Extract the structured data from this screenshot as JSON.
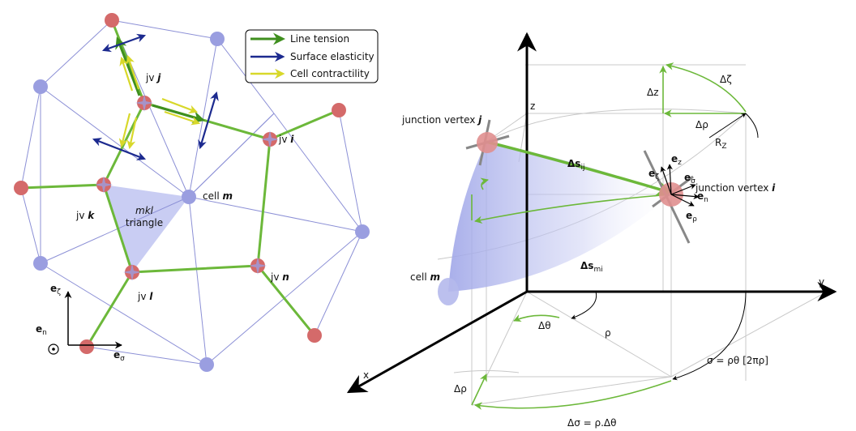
{
  "legend": {
    "line_tension": "Line tension",
    "surface_elasticity": "Surface elasticity",
    "cell_contractility": "Cell contractility"
  },
  "colors": {
    "green": "#6cb83a",
    "dark_green": "#3f8f1e",
    "blue": "#1c2a8f",
    "yellow": "#d8d82a",
    "cell": "#9a9ee0",
    "vertex": "#d46a6a",
    "triangle": "#c9cdf3",
    "edge": "#8c90d6"
  },
  "left": {
    "jv_j_prefix": "jv",
    "jv_j_letter": "j",
    "jv_i_prefix": "jv",
    "jv_i_letter": "i",
    "jv_k_prefix": "jv",
    "jv_k_letter": "k",
    "jv_l_prefix": "jv",
    "jv_l_letter": "l",
    "jv_n_prefix": "jv",
    "jv_n_letter": "n",
    "cell_m_prefix": "cell",
    "cell_m_letter": "m",
    "triangle_line1": "mkl",
    "triangle_line2": "triangle",
    "e_zeta_base": "e",
    "e_zeta_sub": "ζ",
    "e_n_base": "e",
    "e_n_sub": "n",
    "e_sigma_base": "e",
    "e_sigma_sub": "σ"
  },
  "right": {
    "junction_j_prefix": "junction vertex",
    "junction_j_letter": "j",
    "junction_i_prefix": "junction vertex",
    "junction_i_letter": "i",
    "cell_m_prefix": "cell",
    "cell_m_letter": "m",
    "delta_s_ij_base": "Δs",
    "delta_s_ij_sub": "ij",
    "delta_s_mi_base": "Δs",
    "delta_s_mi_sub": "mi",
    "z_label": "z",
    "y_label": "y",
    "x_label": "x",
    "delta_z": "Δz",
    "delta_zeta": "Δζ",
    "delta_rho_top": "Δρ",
    "r_z_base": "R",
    "r_z_sub": "Z",
    "delta_theta": "Δθ",
    "rho": "ρ",
    "sigma_eq": "σ = ρθ [2πρ]",
    "delta_rho_bottom": "Δρ",
    "delta_sigma_eq": "Δσ = ρ.Δθ",
    "e_zeta_base": "e",
    "e_zeta_sub": "ζ",
    "e_z_base": "e",
    "e_z_sub": "z",
    "e_sigma_base": "e",
    "e_sigma_sub": "σ",
    "e_n_base": "e",
    "e_n_sub": "n",
    "e_rho_base": "e",
    "e_rho_sub": "ρ"
  }
}
